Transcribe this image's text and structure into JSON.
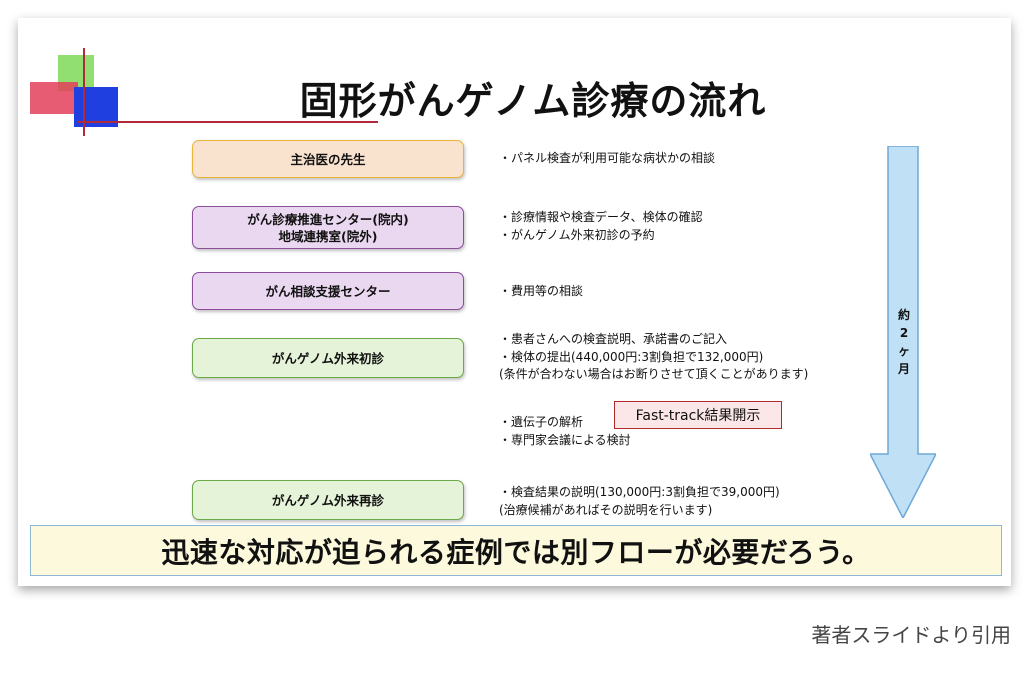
{
  "slide": {
    "title": "固形がんゲノム診療の流れ"
  },
  "steps": [
    {
      "label": "主治医の先生",
      "color": "#f9e3cf",
      "note": "・パネル検査が利用可能な病状かの相談"
    },
    {
      "label": "がん診療推進センター(院内)\n地域連携室(院外)",
      "color": "#ead8f0",
      "note": "・診療情報や検査データ、検体の確認\n・がんゲノム外来初診の予約"
    },
    {
      "label": "がん相談支援センター",
      "color": "#ead8f0",
      "note": "・費用等の相談"
    },
    {
      "label": "がんゲノム外来初診",
      "color": "#e5f3d8",
      "note": "・患者さんへの検査説明、承諾書のご記入\n・検体の提出(440,000円:3割負担で132,000円)\n(条件が合わない場合はお断りさせて頂くことがあります)"
    },
    {
      "label": null,
      "note": "・遺伝子の解析\n・専門家会議による検討"
    },
    {
      "label": "がんゲノム外来再診",
      "color": "#e5f3d8",
      "note": "・検査結果の説明(130,000円:3割負担で39,000円)\n(治療候補があればその説明を行います)"
    }
  ],
  "fast_track": {
    "label": "Fast-track結果開示"
  },
  "timeline": {
    "chars": [
      "約",
      "2",
      "ヶ",
      "月"
    ]
  },
  "banner": {
    "text": "迅速な対応が迫られる症例では別フローが必要だろう。"
  },
  "caption": {
    "text": "著者スライドより引用"
  },
  "colors": {
    "orange_box": "#f9e3cf",
    "purple_box": "#ead8f0",
    "green_box": "#e5f3d8",
    "arrow_fill": "#bfe0f5",
    "banner_fill": "#fdf9dc"
  }
}
